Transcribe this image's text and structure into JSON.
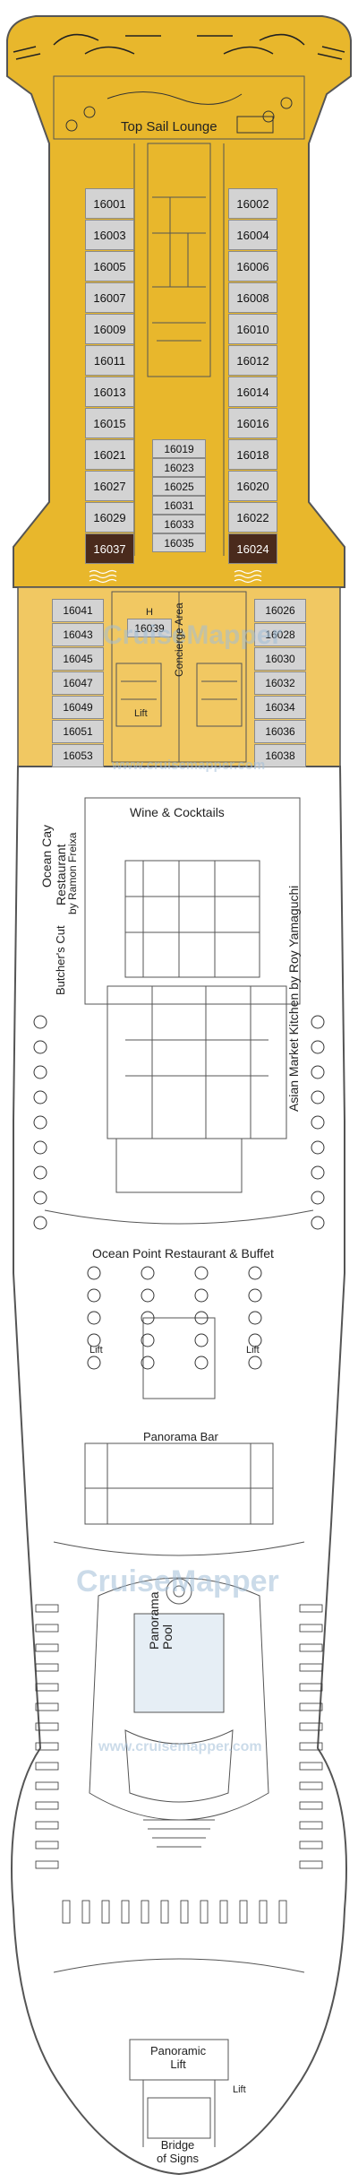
{
  "deck_plan": {
    "colors": {
      "suite_zone": "#e8b72c",
      "aft_zone": "#f1c862",
      "cabin": "#d3d3d3",
      "whirlpool_suite": "#4a2a1c",
      "outline": "#555555"
    },
    "cabins": {
      "forward_left": [
        "16001",
        "16003",
        "16005",
        "16007",
        "16009",
        "16011",
        "16013",
        "16015",
        "16021",
        "16027",
        "16029",
        "16037"
      ],
      "forward_right": [
        "16002",
        "16004",
        "16006",
        "16008",
        "16010",
        "16012",
        "16014",
        "16016",
        "16018",
        "16020",
        "16022",
        "16024"
      ],
      "center_stack": [
        "16019",
        "16023",
        "16025",
        "16031",
        "16033",
        "16035"
      ],
      "aft_left": [
        "16041",
        "16043",
        "16045",
        "16047",
        "16049",
        "16051",
        "16053"
      ],
      "aft_right": [
        "16026",
        "16028",
        "16030",
        "16032",
        "16034",
        "16036",
        "16038"
      ],
      "h_cabin": "16039",
      "h_mark": "H"
    },
    "labels": {
      "top_sail_lounge": "Top Sail Lounge",
      "concierge_area": "Concierge Area",
      "lift_1": "Lift",
      "lift_2": "Lift",
      "lift_3": "Lift",
      "lift_4": "Lift",
      "wine_cocktails": "Wine & Cocktails",
      "ocean_cay": "Ocean Cay",
      "restaurant_ramon": "Restaurant",
      "ramon_freixa": "by Ramon Freixa",
      "butchers_cut": "Butcher's Cut",
      "asian_market": "Asian Market Kitchen by Roy Yamaguchi",
      "ocean_point": "Ocean Point Restaurant & Buffet",
      "panorama_bar": "Panorama Bar",
      "panorama_pool": "Panorama\nPool",
      "panoramic_lift": "Panoramic\nLift",
      "bridge_of_signs": "Bridge\nof Signs"
    },
    "watermarks": {
      "brand": "CruiseMapper",
      "url": "www.cruisemapper.com"
    }
  }
}
